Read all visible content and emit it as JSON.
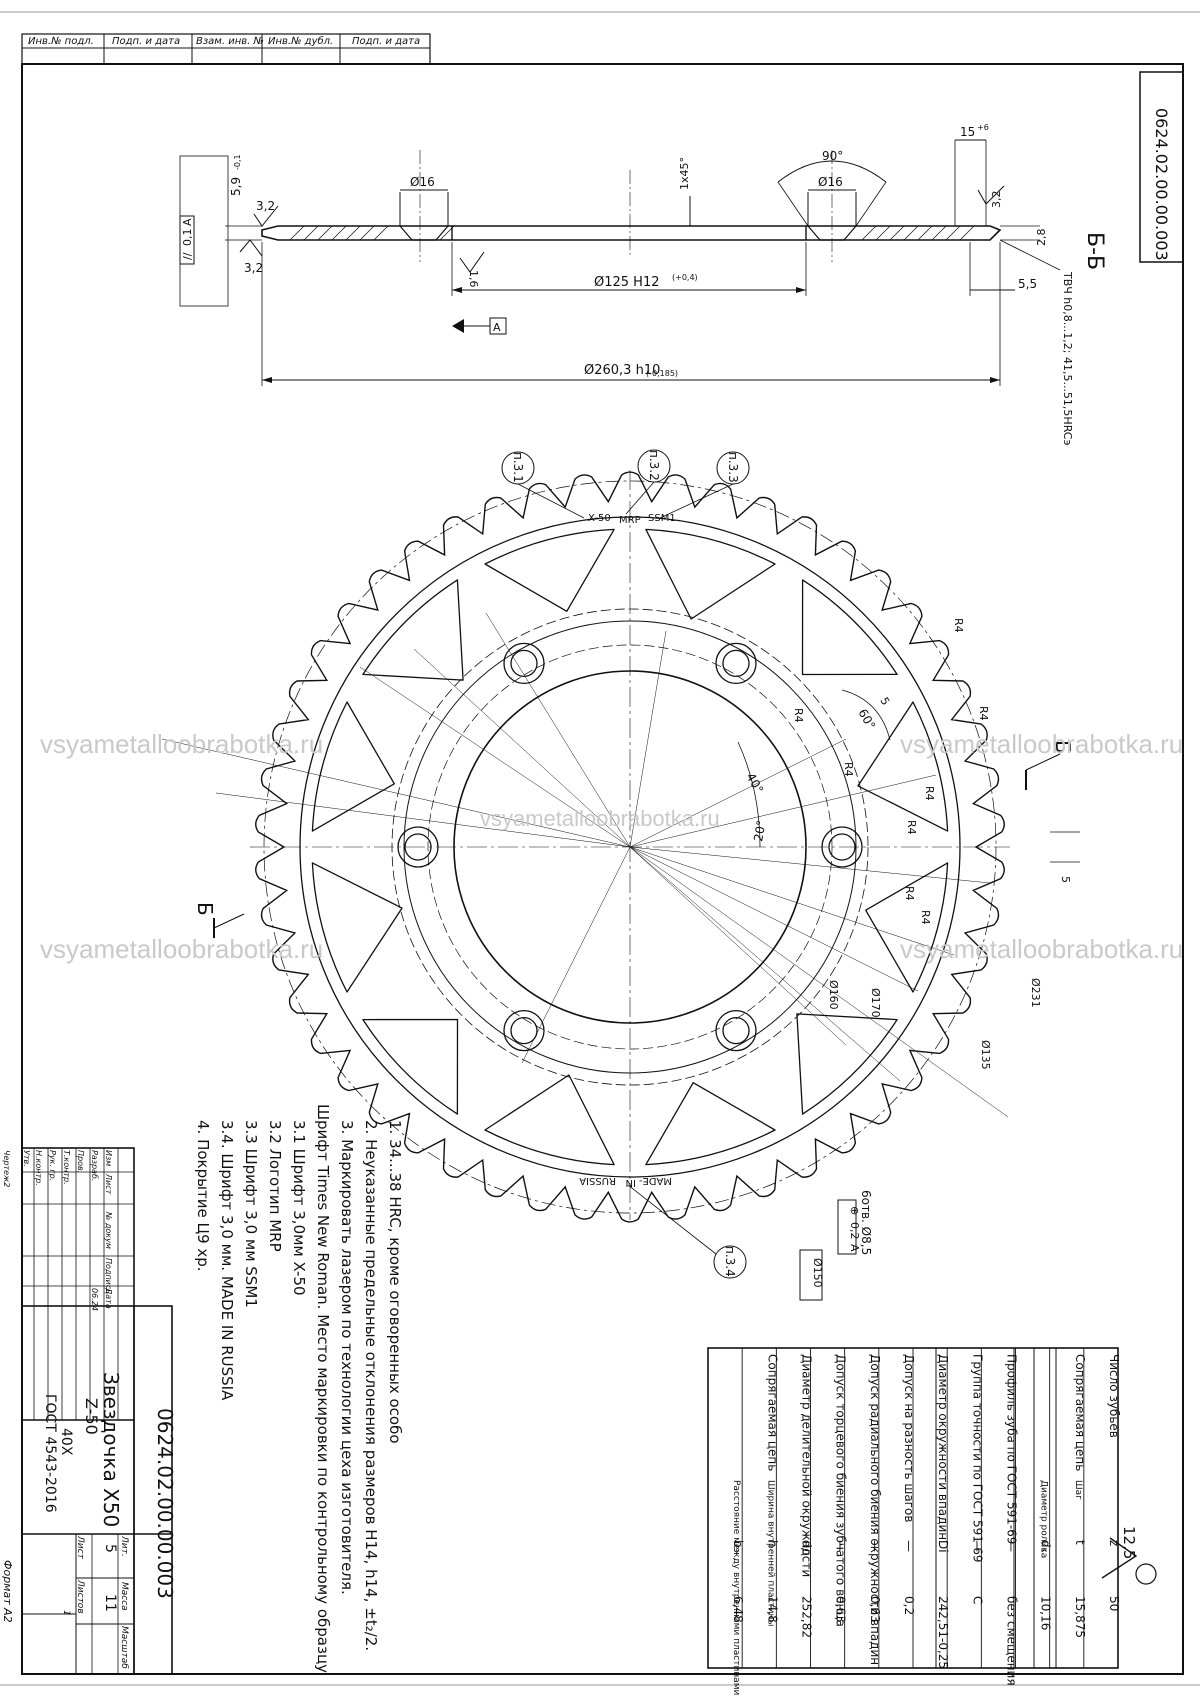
{
  "drawing": {
    "designation": "0624.02.00.00.003",
    "part_name": "Звездочка X50",
    "part_teeth": "Z-50",
    "material_grade": "40Х",
    "material_standard": "ГОСТ 4543-2016",
    "format": "Формат А2",
    "sheet_count": "11",
    "sheet_num": "5",
    "sheet_label": "Лист",
    "sheets_label": "Листов",
    "sheets_value": "1",
    "mass_label": "Масса",
    "scale_label": "Масштаб",
    "lit_label": "Лит.",
    "chertezh": "Чертеж2"
  },
  "top_stamp": [
    "Инв.№ подл.",
    "Подп. и дата",
    "Взам. инв. №",
    "Инв.№ дубл.",
    "Подп. и дата"
  ],
  "title_block_rows": [
    "Изм",
    "Лист",
    "№ докум",
    "Подпись",
    "Дата",
    "Разраб.",
    "Пров.",
    "Т.контр.",
    "Рук. гр.",
    "Н.контр.",
    "Утв."
  ],
  "title_block_date_cell": "06.24",
  "section": {
    "label": "Б-Б",
    "dims": {
      "d16_left": "Ø16",
      "d16_right": "Ø16",
      "chamfer": "1x45°",
      "angle90": "90°",
      "width15": "15",
      "width15_tol": "+6",
      "d125": "Ø125 H12",
      "d125_tol": "(+0,4)",
      "d260": "Ø260,3 h10",
      "d260_tol": "(-0,185)",
      "thick59": "5,9",
      "thick59_tol": "-0,1",
      "r32a": "3,2",
      "r32b": "3,2",
      "r32c": "3,2",
      "r16": "1,6",
      "r28": "2,8",
      "r55": "5,5",
      "datum": "A",
      "flatness_sym": "//",
      "flatness_val": "0,1",
      "flatness_datum": "A",
      "heat_treat": "ТВЧ h0,8...1,2; 41,5...51,5HRCэ"
    }
  },
  "front_view": {
    "marks_top": [
      "X-50",
      "MRP",
      "SSM1"
    ],
    "marks_bottom": [
      "MADE-",
      "IN",
      "RUSSIA"
    ],
    "callouts": [
      "п.3.1",
      "п.3.2",
      "п.3.3",
      "п.3.4"
    ],
    "dims": {
      "r4_list": [
        "R4",
        "R4",
        "R4",
        "R4",
        "R4",
        "R4",
        "R4",
        "R4"
      ],
      "ang60": "60°",
      "ang40": "40°",
      "ang20": "20°",
      "five_a": "5",
      "five_b": "5",
      "d160": "Ø160",
      "d170": "Ø170",
      "d231": "Ø231",
      "d135": "Ø135",
      "d150": "Ø150",
      "holes": "6отв. Ø8,5",
      "pos_sym": "⊕",
      "pos_val": "0,2",
      "pos_datum": "A",
      "section_mark": "Б"
    }
  },
  "roughness": "12,5",
  "notes": [
    "1. 34...38 HRC, кроме оговоренных особо",
    "2. Неуказанные предельные отклонения размеров H14, h14, ±t₂/2.",
    "3. Маркировать лазером по технологии цеха изготовителя.",
    "Шрифт Times New Roman. Место маркировки по контрольному образцу",
    "3.1 Шрифт 3,0мм X-50",
    "3.2 Логотип MRP",
    "3.3 Шрифт 3,0 мм SSM1",
    "3.4. Шрифт 3,0 мм. MADE IN RUSSIA",
    "4. Покрытие Ц9 хр."
  ],
  "param_table": {
    "rows": [
      {
        "label": "Число зубьев",
        "sym": "z",
        "value": "50"
      },
      {
        "label": "Сопрягаемая цепь",
        "sub": "Шаг",
        "sym": "t",
        "value": "15,875"
      },
      {
        "label": "",
        "sub": "Диаметр ролика",
        "sym": "d₁",
        "value": "10,16"
      },
      {
        "label": "Профиль зуба по ГОСТ 591-69",
        "sym": "—",
        "value": "без смещения"
      },
      {
        "label": "Группа точности по ГОСТ 591-69",
        "sym": "—",
        "value": "C"
      },
      {
        "label": "Диаметр окружности впадин",
        "sym": "Di",
        "value": "242,51-0,25"
      },
      {
        "label": "Допуск на разность шагов",
        "sym": "—",
        "value": "0,2"
      },
      {
        "label": "Допуск радиального биения окружности впадин",
        "sym": "—",
        "value": "0,63"
      },
      {
        "label": "Допуск торцевого биения зубчатого венца",
        "sym": "—",
        "value": "0,63"
      },
      {
        "label": "Диаметр делительной окружности",
        "sym": "dд",
        "value": "252,82"
      },
      {
        "label": "Сопрягаемая цепь",
        "sub": "Ширина внутренней пластины",
        "sym": "h",
        "value": "14,8"
      },
      {
        "label": "",
        "sub": "Расстояние между внутренними пластинами",
        "sym": "b₃",
        "value": "6,48"
      }
    ]
  },
  "watermarks": [
    "vsyametalloobrabotka.ru",
    "vsyametalloobrabotka.ru",
    "vsyametalloobrabotka.ru",
    "vsyametalloobrabotka.ru",
    "vsyametalloobrabotka.ru"
  ]
}
